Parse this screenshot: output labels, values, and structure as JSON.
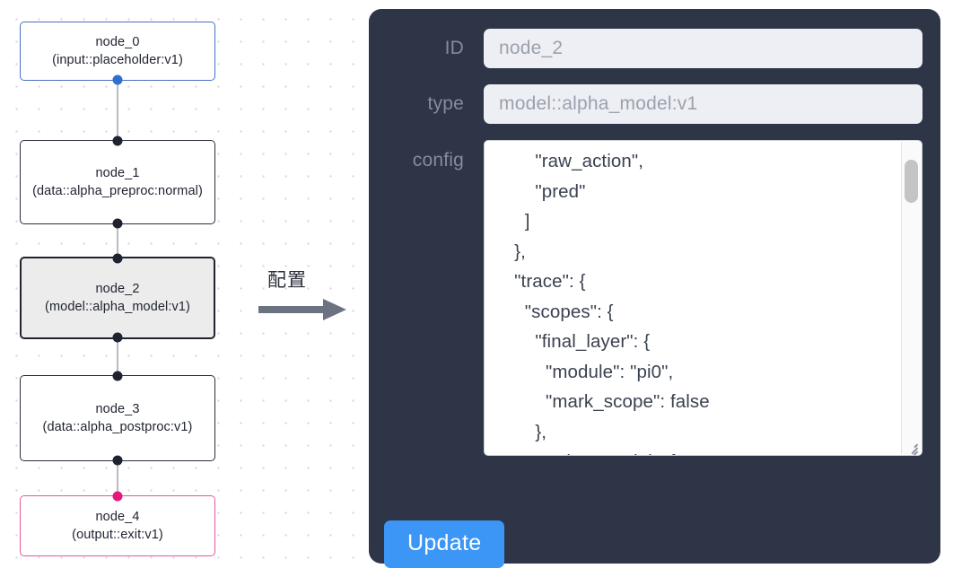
{
  "graph": {
    "nodes": [
      {
        "id": "node_0",
        "label": "node_0\n(input::placeholder:v1)",
        "style": "input-node",
        "selected": false
      },
      {
        "id": "node_1",
        "label": "node_1\n(data::alpha_preproc:normal)",
        "style": "plain",
        "selected": false
      },
      {
        "id": "node_2",
        "label": "node_2\n(model::alpha_model:v1)",
        "style": "selected",
        "selected": true
      },
      {
        "id": "node_3",
        "label": "node_3\n(data::alpha_postproc:v1)",
        "style": "plain",
        "selected": false
      },
      {
        "id": "node_4",
        "label": "node_4\n(output::exit:v1)",
        "style": "output-node",
        "selected": false
      }
    ],
    "edges": [
      "node_0 -> node_1",
      "node_1 -> node_2",
      "node_2 -> node_3",
      "node_3 -> node_4"
    ],
    "colors": {
      "input_border": "#4a6fc7",
      "default_border": "#2b2f3e",
      "output_border": "#e2589e",
      "selected_fill": "#ececec",
      "edge": "#b9bcc4",
      "handle": "#1f2330",
      "handle_blue": "#2f6fd0",
      "handle_pink": "#e8167f",
      "grid_dot": "#d3d5da"
    }
  },
  "annotation": {
    "arrow_label": "配置",
    "arrow_color": "#6b7280"
  },
  "inspector": {
    "panel_color": "#2d3546",
    "accent_color": "#3b96f5",
    "fields": {
      "id": {
        "label": "ID",
        "value": "node_2"
      },
      "type": {
        "label": "type",
        "value": "model::alpha_model:v1"
      },
      "config": {
        "label": "config",
        "value": "        \"raw_action\",\n        \"pred\"\n      ]\n    },\n    \"trace\": {\n      \"scopes\": {\n        \"final_layer\": {\n          \"module\": \"pi0\",\n          \"mark_scope\": false\n        },\n        \"action_model\": {"
      }
    },
    "update_button": {
      "label": "Update"
    }
  }
}
